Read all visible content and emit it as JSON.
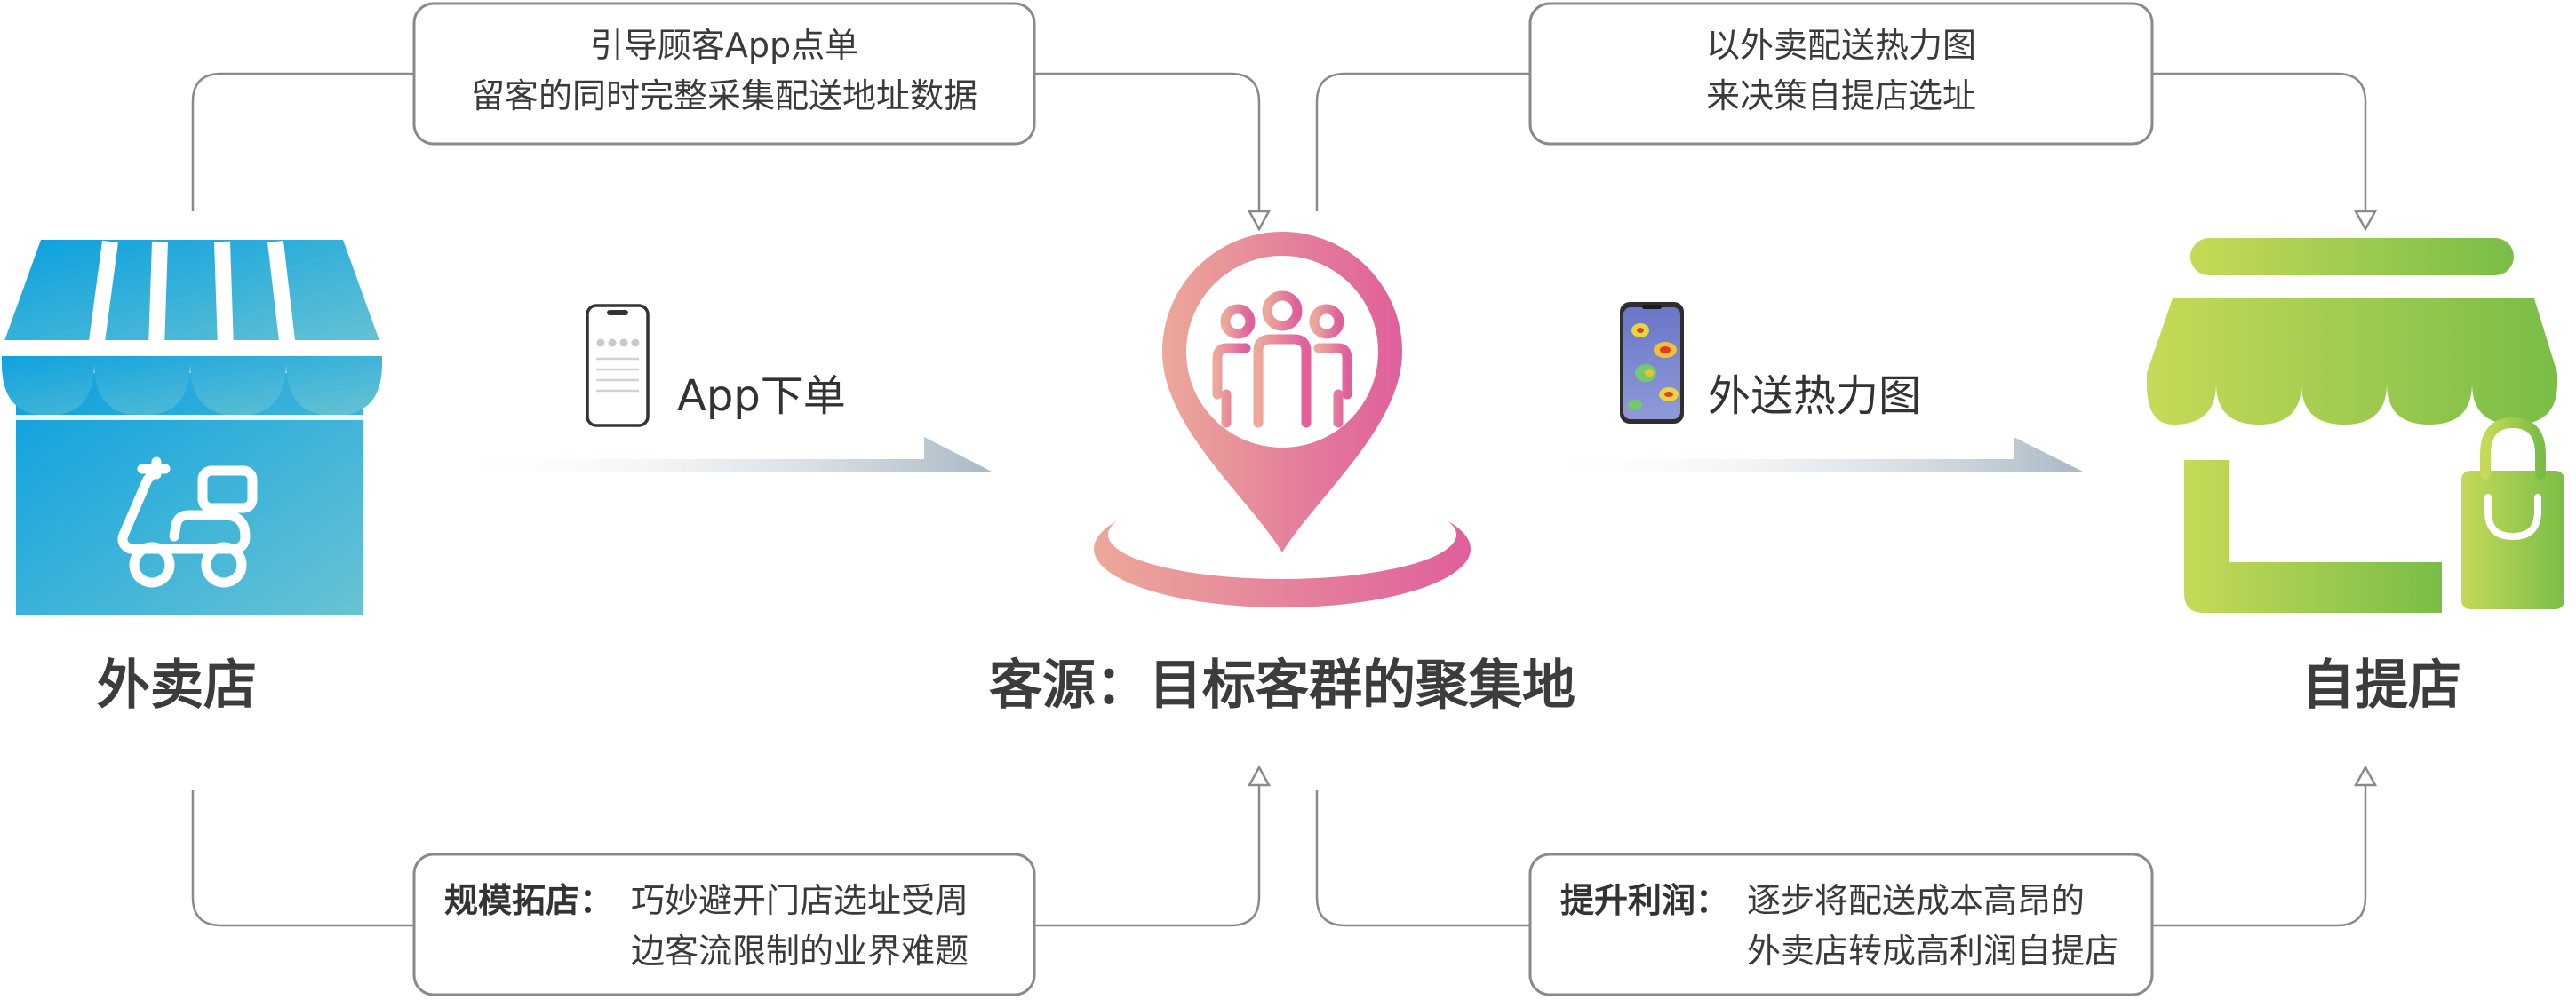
{
  "nodes": {
    "left": {
      "label": "外卖店"
    },
    "center": {
      "label": "客源：目标客群的聚集地"
    },
    "right": {
      "label": "自提店"
    }
  },
  "flows": {
    "app_order": {
      "label": "App下单"
    },
    "heatmap": {
      "label": "外送热力图"
    }
  },
  "boxes": {
    "top_left": {
      "line1": "引导顾客App点单",
      "line2": "留客的同时完整采集配送地址数据"
    },
    "top_right": {
      "line1": "以外卖配送热力图",
      "line2": "来决策自提店选址"
    },
    "bottom_left": {
      "title": "规模拓店：",
      "line1": "巧妙避开门店选址受周",
      "line2": "边客流限制的业界难题"
    },
    "bottom_right": {
      "title": "提升利润：",
      "line1": "逐步将配送成本高昂的",
      "line2": "外卖店转成高利润自提店"
    }
  },
  "colors": {
    "left_store_top": "#1e9fd9",
    "left_store_bottom": "#5ec0d8",
    "pin_start": "#eba79a",
    "pin_end": "#e0659c",
    "right_store_start": "#c4d95a",
    "right_store_end": "#7cbf48",
    "connector": "#8a8a8a",
    "arrow_band": "#a8b8c6"
  }
}
